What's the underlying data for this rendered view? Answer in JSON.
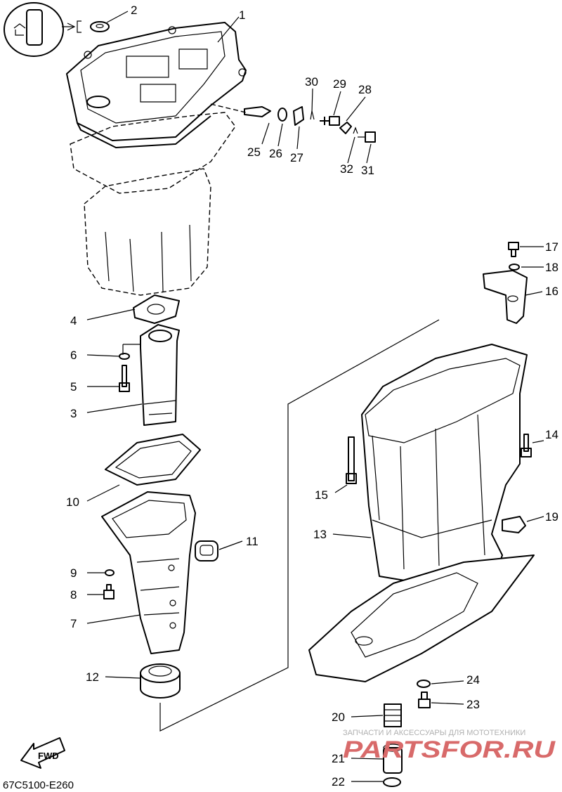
{
  "diagram_code": "67C5100-E260",
  "fwd_label": "FWD",
  "watermark": {
    "tagline": "ЗАПЧАСТИ И АКСЕССУАРЫ ДЛЯ МОТОТЕХНИКИ",
    "brand": "PARTSFOR.RU"
  },
  "callouts": [
    "1",
    "2",
    "3",
    "4",
    "5",
    "6",
    "7",
    "8",
    "9",
    "10",
    "11",
    "12",
    "13",
    "14",
    "15",
    "16",
    "17",
    "18",
    "19",
    "20",
    "21",
    "22",
    "23",
    "24",
    "25",
    "26",
    "27",
    "28",
    "29",
    "30",
    "31",
    "32"
  ]
}
